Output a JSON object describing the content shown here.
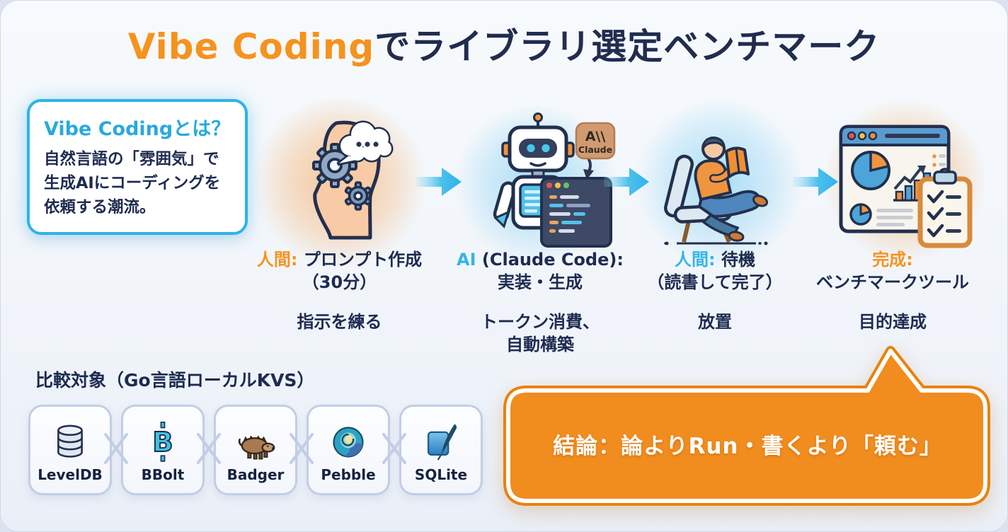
{
  "title": {
    "highlight": "Vibe Coding",
    "rest": "でライブラリ選定ベンチマーク"
  },
  "callout": {
    "title": "Vibe Codingとは？",
    "body": "自然言語の「雰囲気」で\n生成AIにコーディングを\n依頼する潮流。"
  },
  "steps": [
    {
      "icon": "thinking-head-icon",
      "prefix": "人間:",
      "rest": " プロンプト作成",
      "line2": "（30分）",
      "sub1": "指示を練る"
    },
    {
      "icon": "ai-robot-icon",
      "prefix": "AI",
      "rest": " (Claude Code):",
      "line2": "実装・生成",
      "sub1": "トークン消費、",
      "sub2": "自動構築",
      "badge_logo": "A\\\\",
      "badge_label": "Claude"
    },
    {
      "icon": "reading-person-icon",
      "prefix": "人間:",
      "rest": " 待機",
      "line2": "（読書して完了）",
      "sub1": "放置"
    },
    {
      "icon": "benchmark-dashboard-icon",
      "prefix": "完成:",
      "rest": "",
      "line2": "ベンチマークツール",
      "sub1": "目的達成"
    }
  ],
  "comparison": {
    "label": "比較対象（Go言語ローカルKVS）",
    "items": [
      {
        "label": "LevelDB",
        "icon": "database-cylinder-icon"
      },
      {
        "label": "BBolt",
        "icon": "bolt-b-icon"
      },
      {
        "label": "Badger",
        "icon": "badger-animal-icon"
      },
      {
        "label": "Pebble",
        "icon": "pebble-swirl-icon"
      },
      {
        "label": "SQLite",
        "icon": "sqlite-feather-icon"
      }
    ]
  },
  "conclusion": {
    "text": "結論：論よりRun・書くより「頼む」"
  },
  "colors": {
    "accent_orange": "#f6921e",
    "accent_cyan": "#35b4e8",
    "text_navy": "#1d2b50",
    "bubble_orange": "#f18c1e",
    "card_border": "#c2cde6"
  }
}
